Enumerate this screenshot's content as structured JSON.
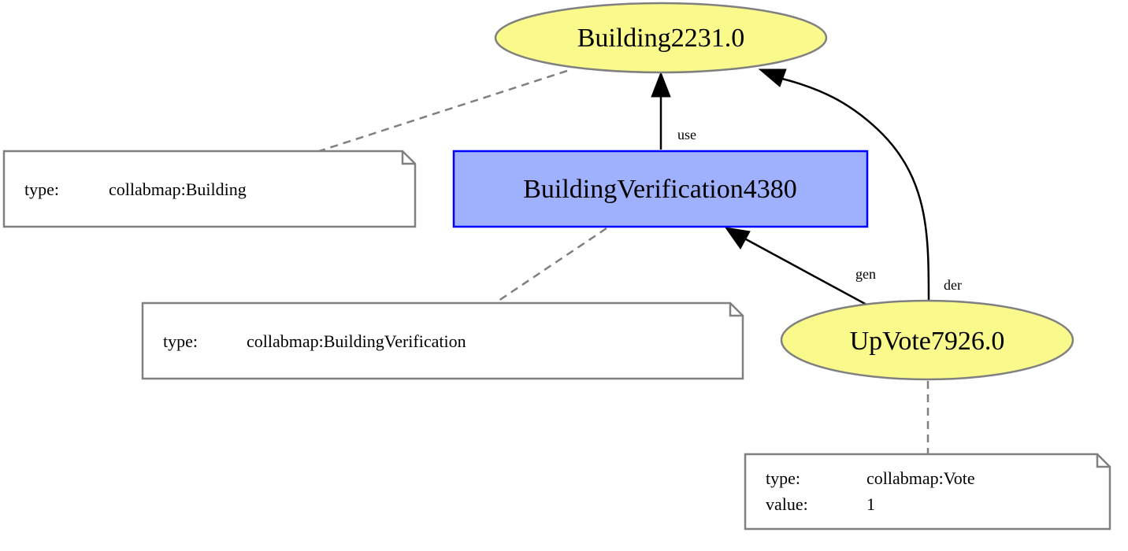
{
  "nodes": {
    "building": {
      "label": "Building2231.0",
      "fill": "#fafa8c",
      "stroke": "#808080"
    },
    "activity": {
      "label": "BuildingVerification4380",
      "fill": "#9fb1fc",
      "stroke": "#0000ff"
    },
    "upvote": {
      "label": "UpVote7926.0",
      "fill": "#fafa8c",
      "stroke": "#808080"
    }
  },
  "edges": {
    "use": "use",
    "gen": "gen",
    "der": "der"
  },
  "notes": {
    "building": {
      "rows": [
        {
          "key": "type:",
          "value": "collabmap:Building"
        }
      ]
    },
    "activity": {
      "rows": [
        {
          "key": "type:",
          "value": "collabmap:BuildingVerification"
        }
      ]
    },
    "upvote": {
      "rows": [
        {
          "key": "type:",
          "value": "collabmap:Vote"
        },
        {
          "key": "value:",
          "value": "1"
        }
      ]
    }
  }
}
